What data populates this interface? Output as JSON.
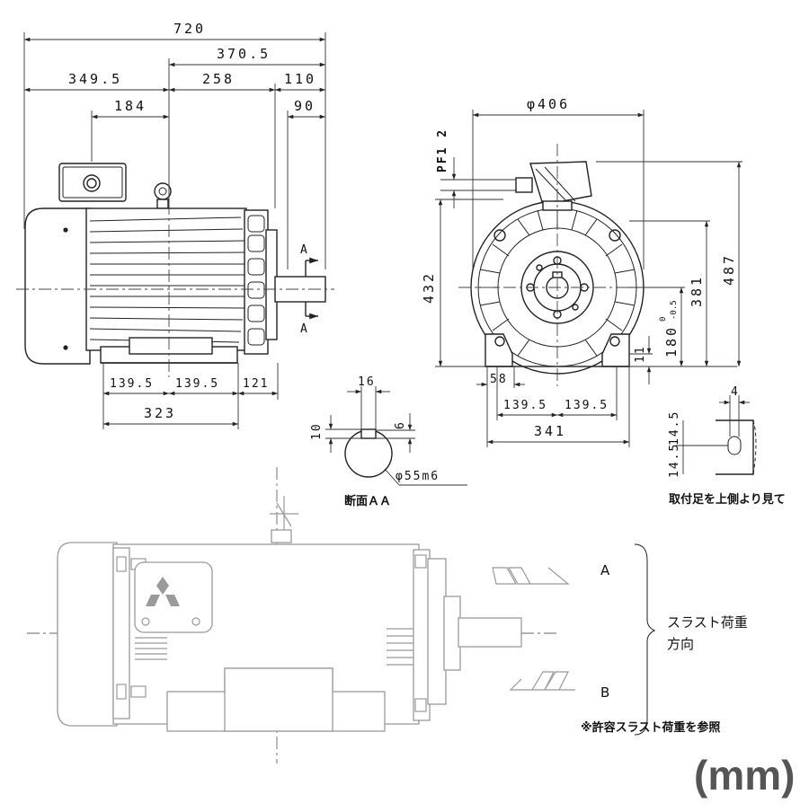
{
  "side_view": {
    "dims": {
      "overall_length": "720",
      "shaft_side_length": "370.5",
      "rear_length": "349.5",
      "mid_length": "258",
      "shaft_ext": "110",
      "rear_to_box": "184",
      "shaft_key": "90",
      "foot_a": "139.5",
      "foot_b": "139.5",
      "foot_c": "121",
      "foot_total": "323"
    },
    "section_label_top": "A",
    "section_label_bottom": "A"
  },
  "front_view": {
    "dims": {
      "flange_dia": "φ406",
      "conduit": "PF1 2",
      "height_total": "432",
      "height_box": "487",
      "shaft_height": "381",
      "center_height": "180",
      "center_tol_upper": "0",
      "center_tol_lower": "-0.5",
      "foot_thickness": "11",
      "foot_edge": "58",
      "foot_a": "139.5",
      "foot_b": "139.5",
      "foot_total": "341"
    }
  },
  "section_aa": {
    "key_width": "16",
    "key_depth": "10",
    "key_height": "6",
    "shaft_dia": "φ55m6",
    "label": "断面ＡＡ"
  },
  "foot_detail": {
    "hole_width": "4",
    "hole_offset": "14.5",
    "hole_offset2": "14.5",
    "caption": "取付足を上側より見て"
  },
  "thrust": {
    "label_a": "A",
    "label_b": "B",
    "title_line1": "スラスト荷重",
    "title_line2": "方向",
    "note": "※許容スラスト荷重を参照"
  },
  "unit_label": "(mm)"
}
